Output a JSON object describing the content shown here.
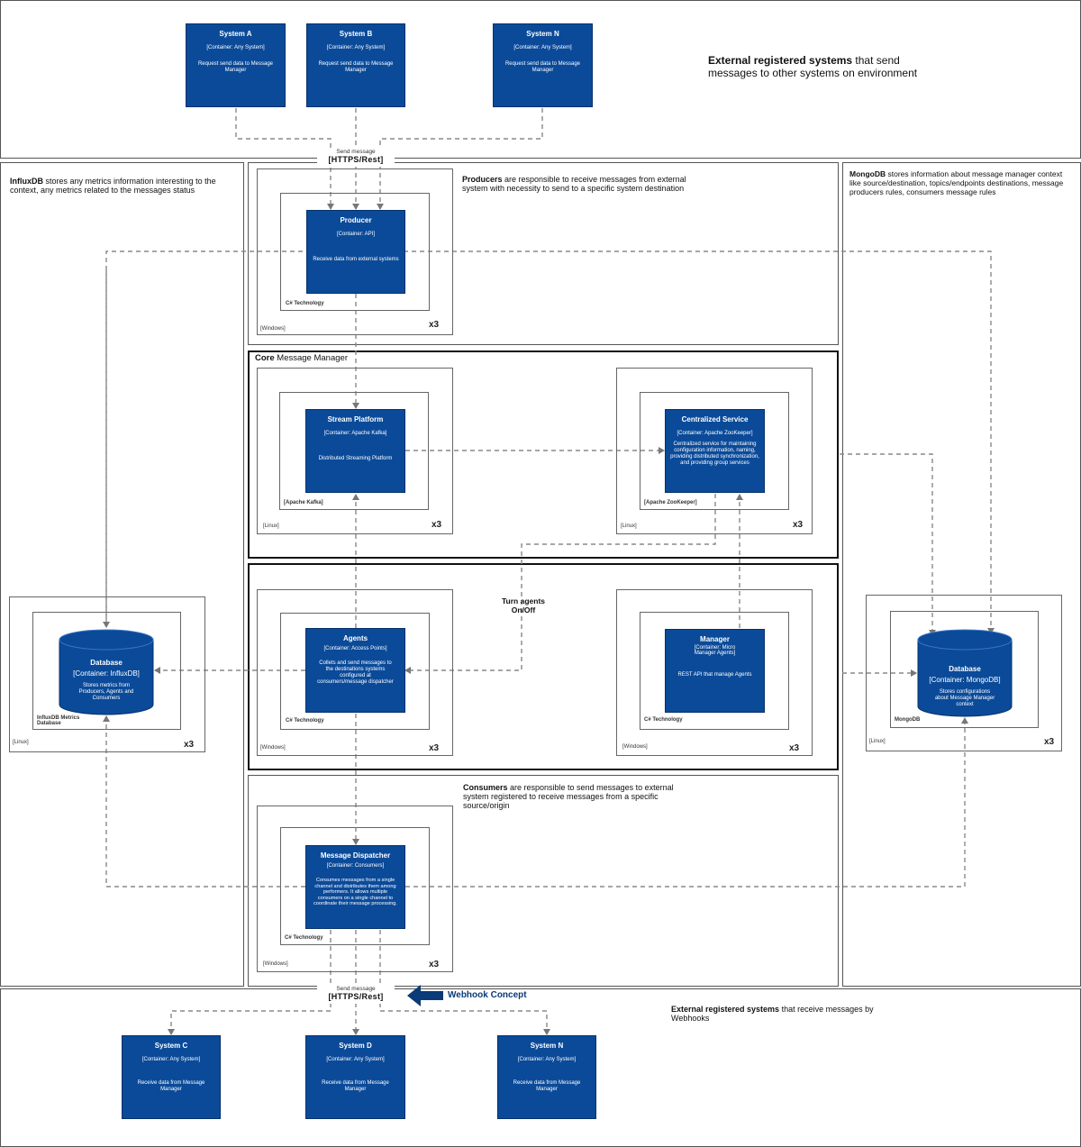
{
  "colors": {
    "container": "#0a4a99",
    "webhook_arrow": "#0a3a78",
    "connector": "#888888"
  },
  "top": {
    "note_bold": "External registered systems",
    "note_rest": " that send messages to other systems on environment",
    "systems": [
      {
        "title": "System A",
        "subtitle": "[Container: Any System]",
        "desc": "Request send data to Message Manager"
      },
      {
        "title": "System B",
        "subtitle": "[Container: Any System]",
        "desc": "Request send data to Message Manager"
      },
      {
        "title": "System N",
        "subtitle": "[Container: Any System]",
        "desc": "Request send data to Message Manager"
      }
    ]
  },
  "send_top": {
    "message": "Send message",
    "protocol": "[HTTPS/Rest]"
  },
  "influx": {
    "note_bold": "InfluxDB",
    "note_rest": " stores any metrics information interesting to the context, any metrics related to the messages status",
    "db_title": "Database",
    "db_subtitle": "[Container: InfluxDB]",
    "db_desc": "Stores metrics from Producers, Agents and Consumers",
    "inner_label": "InfluxDB Metrics Database",
    "outer_label": "[Linux]",
    "count": "x3"
  },
  "mongo": {
    "note_bold": "MongoDB",
    "note_rest": " stores information about message manager context like source/destination, topics/endpoints destinations, message producers rules, consumers message rules",
    "db_title": "Database",
    "db_subtitle": "[Container: MongoDB]",
    "db_desc": "Stores configurations about Message Manager context",
    "inner_label": "MongoDB",
    "outer_label": "[Linux]",
    "count": "x3"
  },
  "producers": {
    "note_bold": "Producers",
    "note_rest": " are responsible to receive messages from external system with necessity to send to a specific system destination",
    "box": {
      "title": "Producer",
      "subtitle": "[Container: API]",
      "desc": "Receive data from external systems"
    },
    "inner_label": "C# Technology",
    "outer_label": "[Windows]",
    "count": "x3"
  },
  "core": {
    "title_bold": "Core",
    "title_rest": " Message Manager",
    "stream": {
      "title": "Stream Platform",
      "subtitle": "[Container: Apache Kafka]",
      "desc": "Distributed Streaming Platform",
      "inner_label": "[Apache Kafka]",
      "outer_label": "[Linux]",
      "count": "x3"
    },
    "central": {
      "title": "Centralized Service",
      "subtitle": "[Container: Apache ZooKeeper]",
      "desc": "Centralized service for maintaining configuration information, naming, providing distributed synchronization, and providing group services",
      "inner_label": "[Apache ZooKeeper]",
      "outer_label": "[Linux]",
      "count": "x3"
    }
  },
  "agents_section": {
    "turn_label": "Turn agents On/Off",
    "agents": {
      "title": "Agents",
      "subtitle": "[Container: Access Points]",
      "desc": "Collets and send messages to the destinations systems configured at consumers/message dispatcher",
      "inner_label": "C# Technology",
      "outer_label": "[Windows]",
      "count": "x3"
    },
    "manager": {
      "title": "Manager",
      "subtitle": "[Container: Micro Manager Agents]",
      "desc": "REST API that manage Agents",
      "inner_label": "C# Technology",
      "outer_label": "[Windows]",
      "count": "x3"
    }
  },
  "consumers": {
    "note_bold": "Consumers",
    "note_rest": " are responsible to send messages to external system registered to receive messages from a specific source/origin",
    "box": {
      "title": "Message Dispatcher",
      "subtitle": "[Container: Consumers]",
      "desc": "Consumes messages from a single channel and distributes them among performers. It allows multiple consumers on a single channel to coordinate their message processing."
    },
    "inner_label": "C# Technology",
    "outer_label": "[Windows]",
    "count": "x3"
  },
  "send_bottom": {
    "message": "Send message",
    "protocol": "[HTTPS/Rest]",
    "webhook": "Webhook Concept"
  },
  "bottom": {
    "note_bold": "External registered systems",
    "note_rest": " that receive messages by Webhooks",
    "systems": [
      {
        "title": "System C",
        "subtitle": "[Container: Any System]",
        "desc": "Receive data from Message Manager"
      },
      {
        "title": "System D",
        "subtitle": "[Container: Any System]",
        "desc": "Receive data from Message Manager"
      },
      {
        "title": "System N",
        "subtitle": "[Container: Any System]",
        "desc": "Receive data from Message Manager"
      }
    ]
  }
}
